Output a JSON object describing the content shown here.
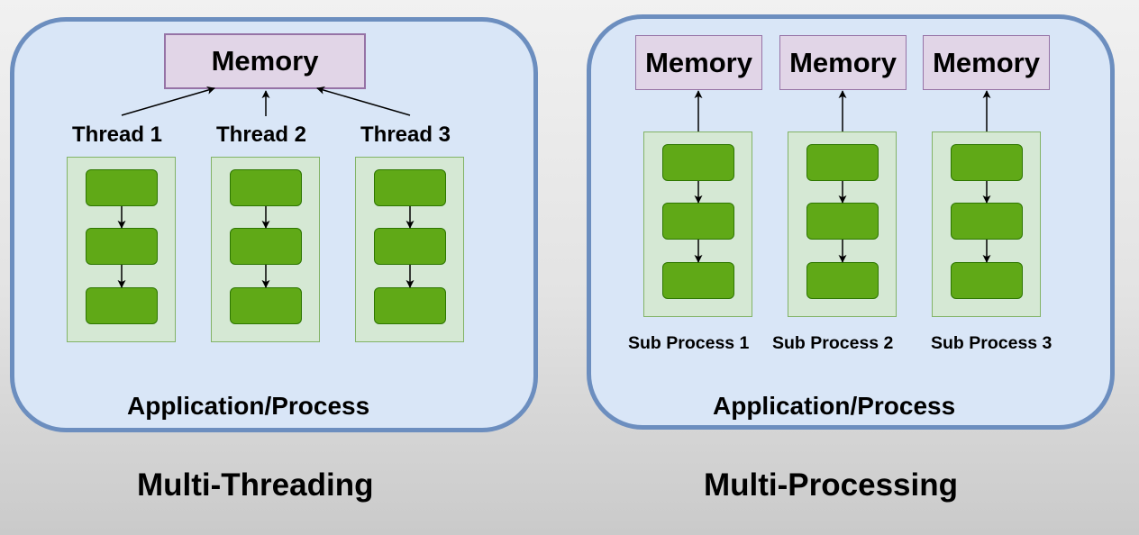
{
  "multithreading": {
    "memory_label": "Memory",
    "threads": [
      "Thread 1",
      "Thread 2",
      "Thread 3"
    ],
    "container_label": "Application/Process",
    "caption": "Multi-Threading"
  },
  "multiprocessing": {
    "memory_labels": [
      "Memory",
      "Memory",
      "Memory"
    ],
    "subprocesses": [
      "Sub Process 1",
      "Sub Process 2",
      "Sub Process 3"
    ],
    "container_label": "Application/Process",
    "caption": "Multi-Processing"
  },
  "colors": {
    "panel_fill": "#d9e6f7",
    "panel_border": "#6c8ebf",
    "memory_fill": "#e1d5e7",
    "memory_border": "#9673a6",
    "column_fill": "#d5e8d4",
    "column_border": "#82b366",
    "step_fill": "#60a917",
    "step_border": "#2d7600"
  }
}
